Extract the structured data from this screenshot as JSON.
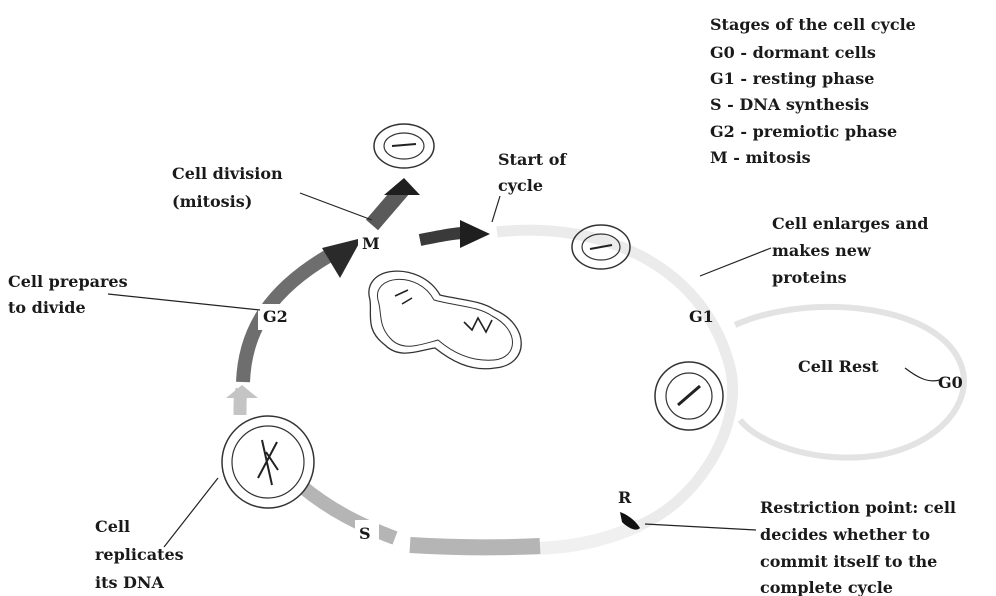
{
  "legend": {
    "title": "Stages of the cell cycle",
    "items": [
      "G0 - dormant cells",
      "G1 - resting phase",
      "S    - DNA synthesis",
      "G2 - premiotic phase",
      "M  - mitosis"
    ]
  },
  "phases": {
    "m": "M",
    "g2": "G2",
    "g1": "G1",
    "s": "S",
    "r": "R",
    "g0": "G0"
  },
  "labels": {
    "cell_division": [
      "Cell division",
      "(mitosis)"
    ],
    "start_of_cycle": [
      "Start of",
      "cycle"
    ],
    "cell_enlarges": [
      "Cell enlarges and",
      "makes new",
      "proteins"
    ],
    "cell_prepares": [
      "Cell prepares",
      "to divide"
    ],
    "cell_rest": "Cell Rest",
    "cell_replicates": [
      "Cell",
      "replicates",
      "its DNA"
    ],
    "restriction_point": [
      "Restriction point: cell",
      "decides whether to",
      "commit itself to the",
      "complete cycle"
    ]
  },
  "colors": {
    "ring_g1": "#ebebeb",
    "ring_s": "#b5b5b5",
    "ring_g2": "#6e6e6e",
    "ring_m": "#5a5a5a",
    "arrowheads": "#1f1f1f",
    "text": "#1a1a1a"
  }
}
